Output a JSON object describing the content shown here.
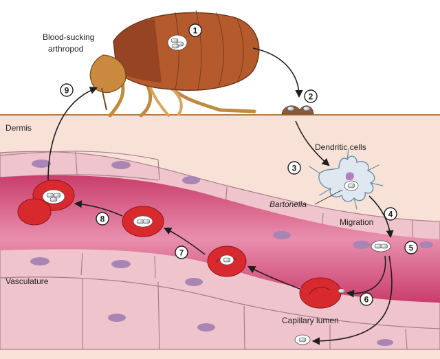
{
  "labels": {
    "arthropod": [
      "Blood-sucking",
      "arthropod"
    ],
    "dermis": "Dermis",
    "vasculature": "Vasculature",
    "dendritic_cells": "Dendritic cells",
    "bartonella": "Bartonella",
    "migration": "Migration",
    "capillary_lumen": "Capillary lumen"
  },
  "steps": [
    "1",
    "2",
    "3",
    "4",
    "5",
    "6",
    "7",
    "8",
    "9"
  ],
  "colors": {
    "skin": "#f8e2d8",
    "skin_line": "#b87b47",
    "endothelium": "#f0c4cc",
    "nucleus": "#a885b4",
    "lumen": "#d95a84",
    "red_cell": "#d82a2e",
    "flea_body": "#b55a2d",
    "flea_legs": "#d9a55a",
    "bacterium": "#b7bcc4"
  },
  "icons": [
    "flea-icon",
    "dendritic-cell-icon",
    "red-blood-cell-icon",
    "bacterium-icon"
  ]
}
